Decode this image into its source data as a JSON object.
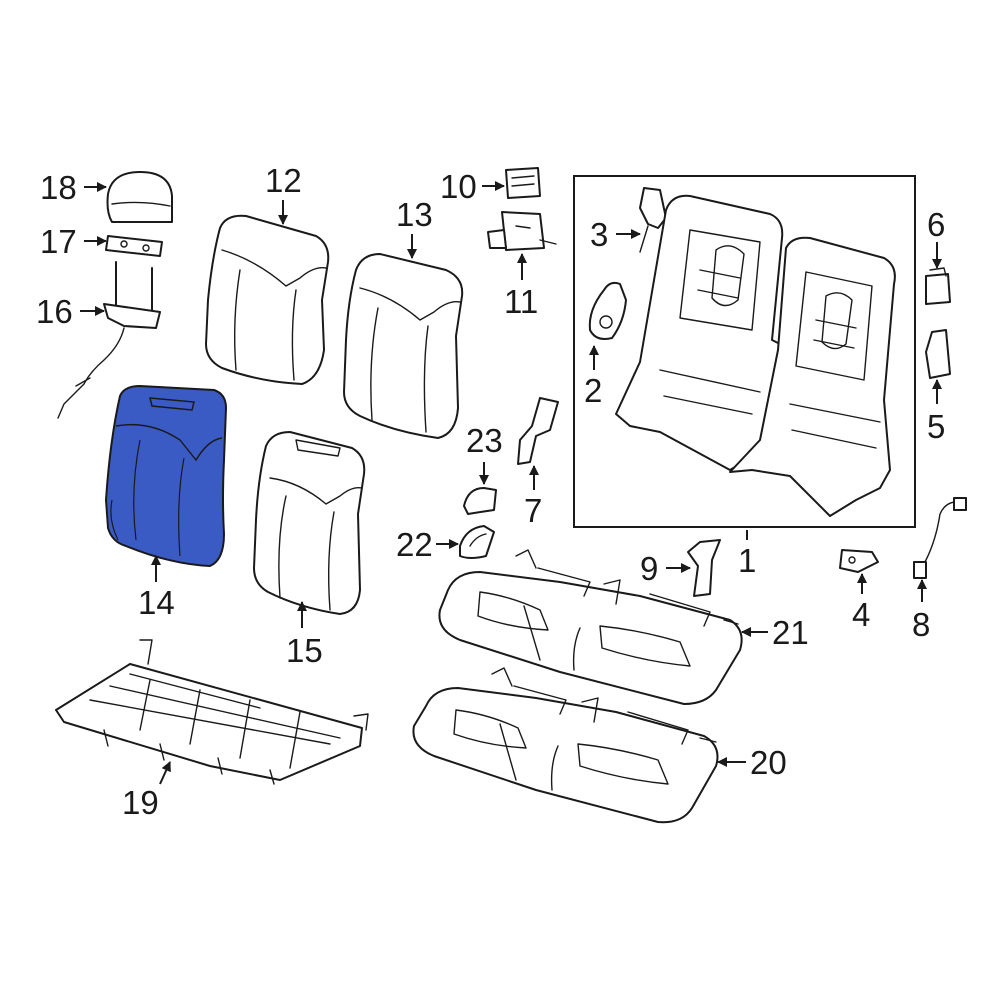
{
  "highlight_color": "#3b5bc4",
  "callouts": {
    "c1": "1",
    "c2": "2",
    "c3": "3",
    "c4": "4",
    "c5": "5",
    "c6": "6",
    "c7": "7",
    "c8": "8",
    "c9": "9",
    "c10": "10",
    "c11": "11",
    "c12": "12",
    "c13": "13",
    "c14": "14",
    "c15": "15",
    "c16": "16",
    "c17": "17",
    "c18": "18",
    "c19": "19",
    "c20": "20",
    "c21": "21",
    "c22": "22",
    "c23": "23"
  },
  "highlighted_part": "14"
}
